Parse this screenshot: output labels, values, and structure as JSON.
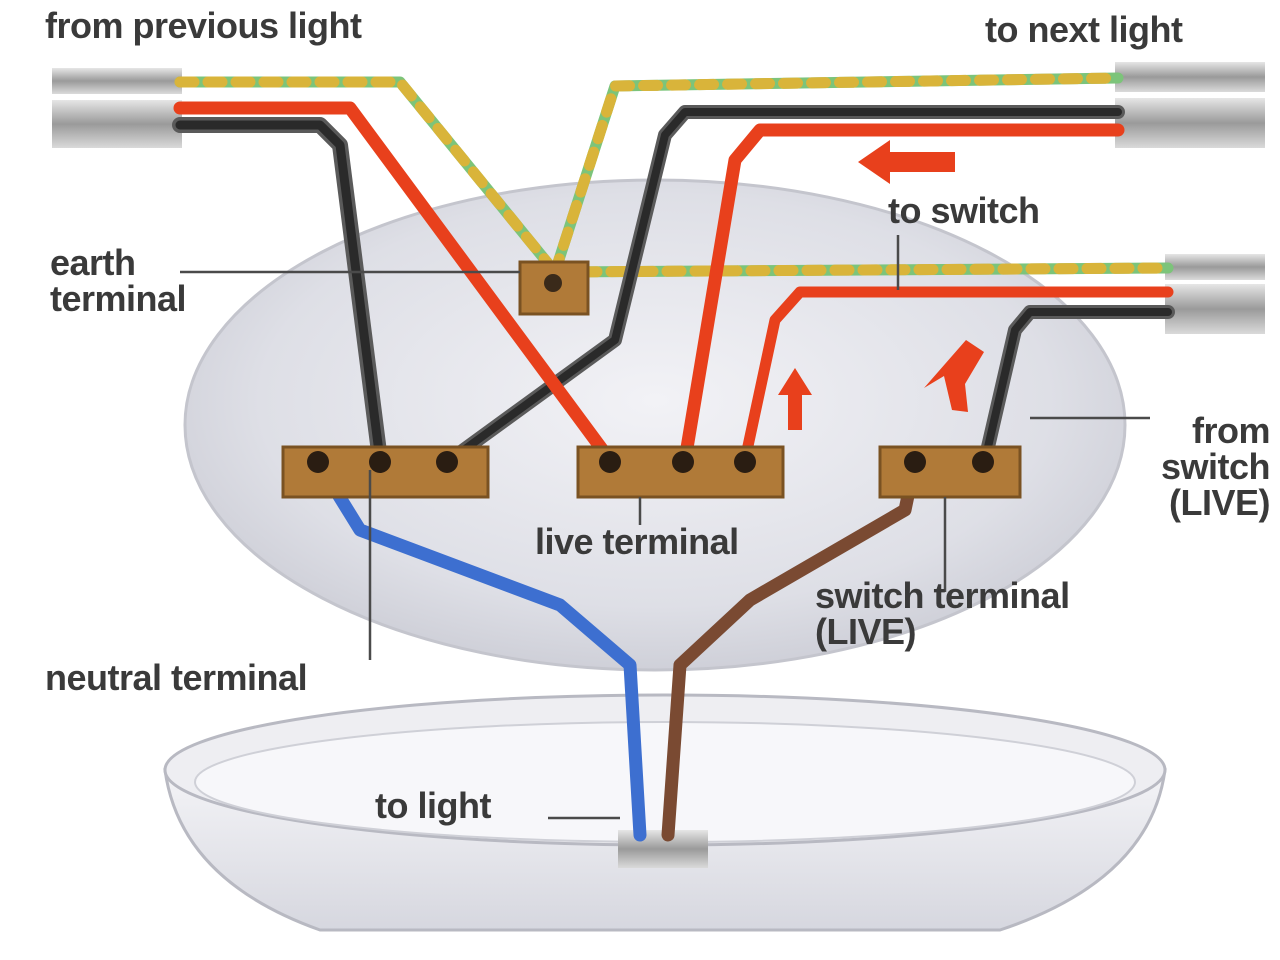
{
  "labels": {
    "from_previous_light": "from previous light",
    "to_next_light": "to next light",
    "to_switch": "to switch",
    "earth_terminal_line1": "earth",
    "earth_terminal_line2": "terminal",
    "from_switch_line1": "from",
    "from_switch_line2": "switch",
    "from_switch_line3": "(LIVE)",
    "live_terminal": "live terminal",
    "switch_terminal_line1": "switch terminal",
    "switch_terminal_line2": "(LIVE)",
    "neutral_terminal": "neutral terminal",
    "to_light": "to light"
  },
  "colors": {
    "live_wire": "#e8401c",
    "neutral_wire": "#3d6fd0",
    "switched_live_wire": "#7a4a32",
    "black_wire": "#2a2a2a",
    "earth_green": "#7cc47a",
    "earth_yellow": "#d9b43a",
    "terminal_block": "#b07a38",
    "ceiling_rose": "#dcdde3"
  }
}
